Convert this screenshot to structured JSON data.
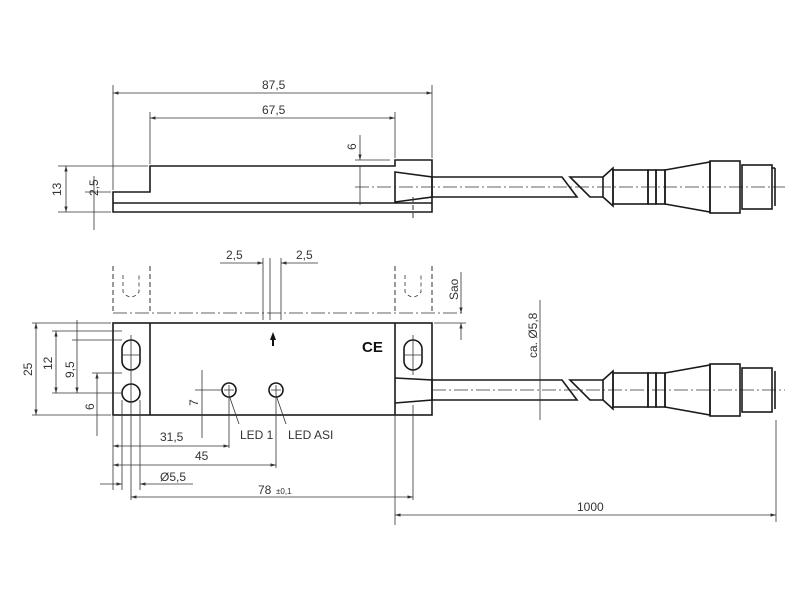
{
  "top_view": {
    "dim_length": "87,5",
    "dim_inner": "67,5",
    "dim_height": "13",
    "dim_step": "2,5",
    "dim_6": "6"
  },
  "front_view": {
    "dim_offset_left": "2,5",
    "dim_offset_right": "2,5",
    "sao": "Sao",
    "dim_25": "25",
    "dim_12": "12",
    "dim_9_5": "9,5",
    "dim_6": "6",
    "dim_7": "7",
    "dim_31_5": "31,5",
    "dim_45": "45",
    "dim_hole": "Ø5,5",
    "dim_78": "78",
    "dim_78_tol": "±0,1",
    "dim_cable_len": "1000",
    "dim_cable_dia": "ca. Ø5,8",
    "led1": "LED 1",
    "led_asi": "LED ASI",
    "ce_mark": "CE"
  }
}
